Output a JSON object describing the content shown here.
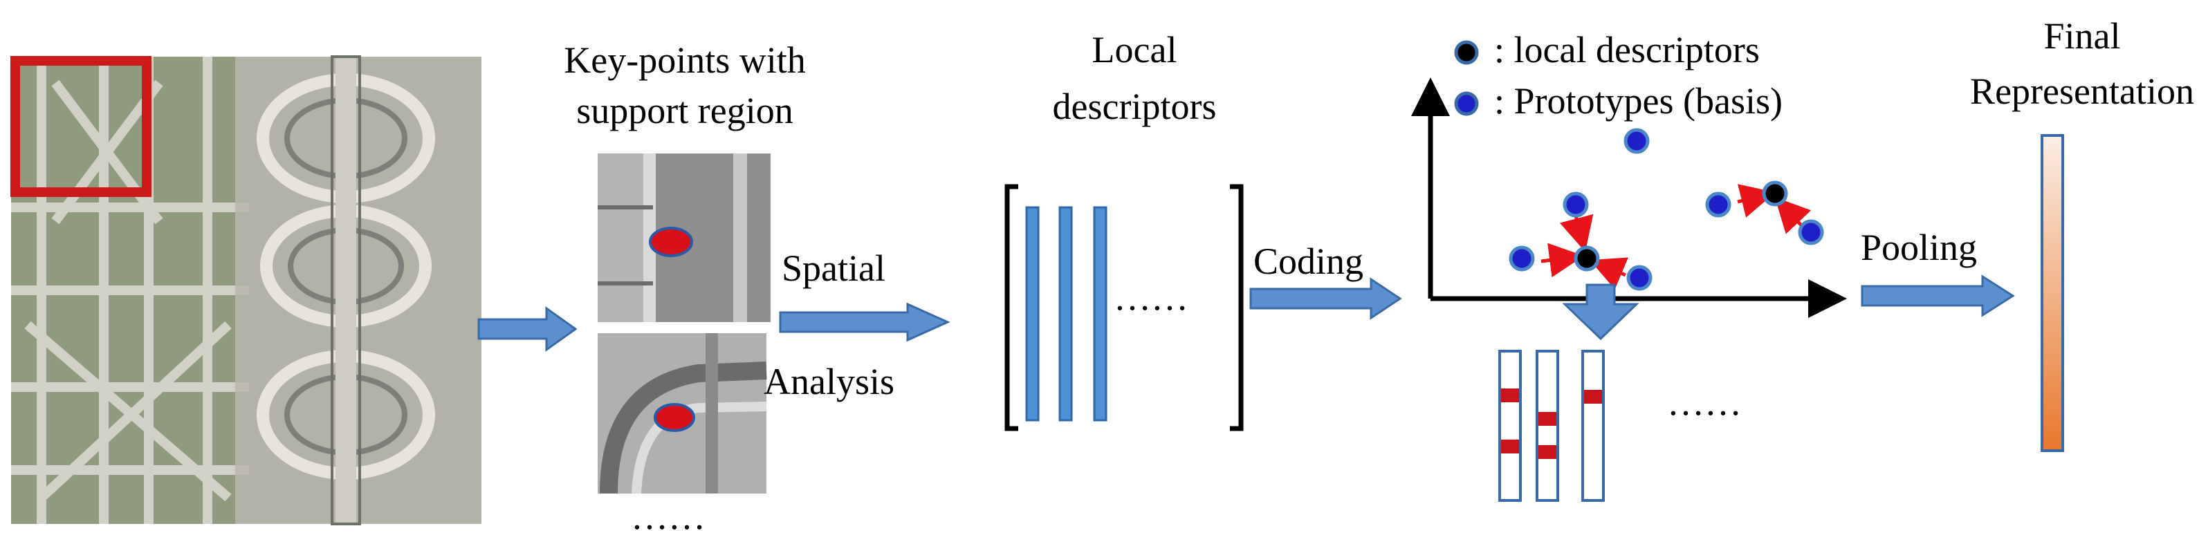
{
  "labels": {
    "keypoints_line1": "Key-points with",
    "keypoints_line2": "support region",
    "keypoints_more": "……",
    "spatial": "Spatial",
    "analysis": "Analysis",
    "local_desc_line1": "Local",
    "local_desc_line2": "descriptors",
    "desc_more": "……",
    "coding": "Coding",
    "legend_local": ": local descriptors",
    "legend_proto": ": Prototypes (basis)",
    "codes_more": "……",
    "pooling": "Pooling",
    "final_line1": "Final",
    "final_line2": "Representation"
  },
  "colors": {
    "arrow_fill": "#5b8fd0",
    "arrow_stroke": "#3a6aa6",
    "descriptor_bar": "#4f8fd6",
    "prototype": "#1f1fc8",
    "local_descriptor": "#000000",
    "assign_arrow": "#e8141a",
    "code_mark": "#c8141a",
    "highlight_box": "#cc1a1a",
    "keypoint": "#d8101a",
    "final_top": "#fbeee6",
    "final_bottom": "#e8782c"
  },
  "icons": {
    "aerial": "aerial-airport-image",
    "patch": "grayscale-patch-image"
  }
}
